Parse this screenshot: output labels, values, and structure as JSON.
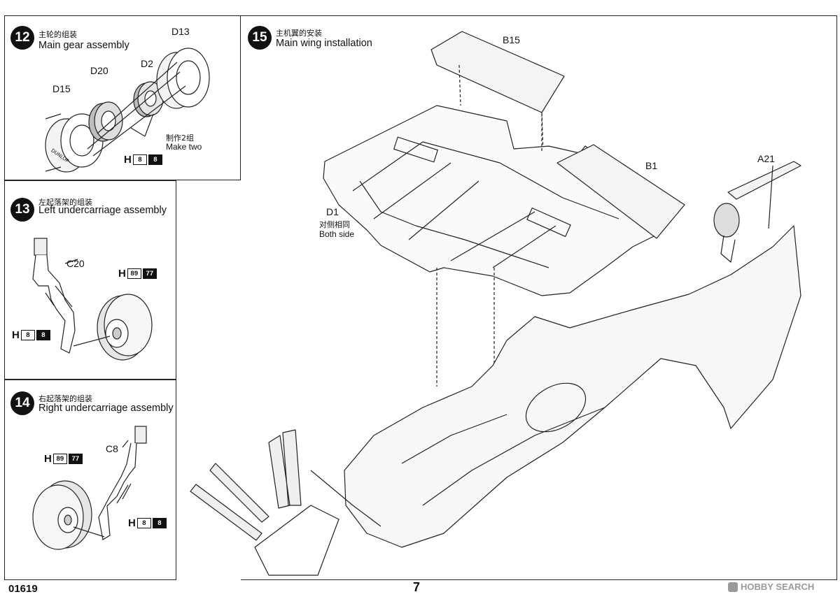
{
  "steps": {
    "s12": {
      "num": "12",
      "title_cn": "主轮的组装",
      "title_en": "Main gear assembly",
      "parts": {
        "d13": "D13",
        "d20": "D20",
        "d2": "D2",
        "d15": "D15"
      },
      "note_cn": "制作2组",
      "note_en": "Make two",
      "tyre_text": "DUNLOP",
      "paint": {
        "letter": "H",
        "codes": [
          "8",
          "8"
        ]
      }
    },
    "s13": {
      "num": "13",
      "title_cn": "左起落架的组装",
      "title_en": "Left undercarriage  assembly",
      "parts": {
        "c20": "C20"
      },
      "paint_wheel": {
        "letter": "H",
        "codes": [
          "89",
          "77"
        ]
      },
      "paint_leg": {
        "letter": "H",
        "codes": [
          "8",
          "8"
        ]
      }
    },
    "s14": {
      "num": "14",
      "title_cn": "右起落架的组装",
      "title_en": "Right undercarriage  assembly",
      "parts": {
        "c8": "C8"
      },
      "paint_wheel": {
        "letter": "H",
        "codes": [
          "89",
          "77"
        ]
      },
      "paint_leg": {
        "letter": "H",
        "codes": [
          "8",
          "8"
        ]
      }
    },
    "s15": {
      "num": "15",
      "title_cn": "主机翼的安装",
      "title_en": "Main wing installation",
      "parts": {
        "b15": "B15",
        "b1": "B1",
        "a21": "A21",
        "d1": "D1"
      },
      "note_cn": "对侧相同",
      "note_en": "Both side"
    }
  },
  "footer": {
    "code": "01619",
    "page": "7",
    "watermark": "HOBBY SEARCH"
  },
  "colors": {
    "line": "#222222",
    "paint_black": "#111111",
    "watermark": "#9a9a9a"
  }
}
